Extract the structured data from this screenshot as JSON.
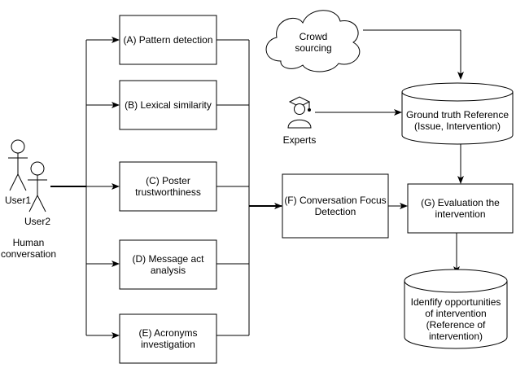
{
  "actors": {
    "user1": "User1",
    "user2": "User2",
    "caption": "Human\nconversation",
    "experts": "Experts"
  },
  "boxes": {
    "a": "(A) Pattern detection",
    "b": "(B) Lexical similarity",
    "c": "(C) Poster\ntrustworthiness",
    "d": "(D) Message act\nanalysis",
    "e": "(E) Acronyms\ninvestigation",
    "f": "(F) Conversation Focus\nDetection",
    "g": "(G) Evaluation the\nintervention"
  },
  "cloud": {
    "label": "Crowd\nsourcing"
  },
  "databases": {
    "ground_truth": "Ground truth Reference\n(Issue, Intervention)",
    "opportunities": "Idenfify  opportunities\nof intervention\n(Reference of\nintervention)"
  },
  "colors": {
    "stroke": "#000000",
    "fill": "#ffffff"
  }
}
